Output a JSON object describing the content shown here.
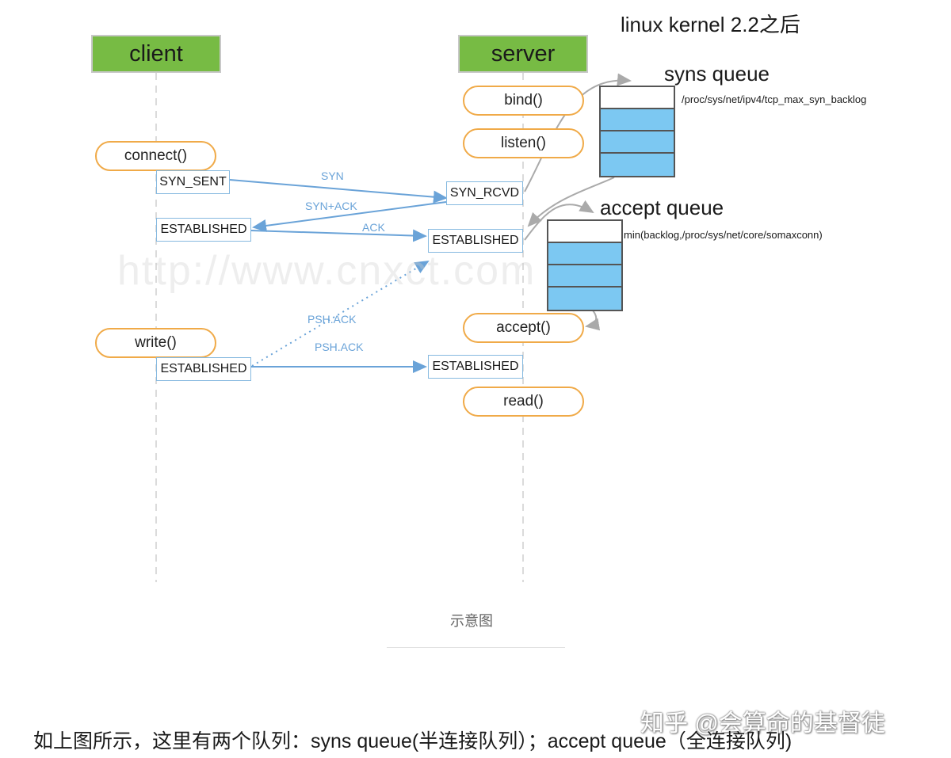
{
  "kernel_note": "linux  kernel 2.2之后",
  "client": {
    "title": "client"
  },
  "server": {
    "title": "server"
  },
  "client_calls": {
    "connect": "connect()",
    "write": "write()"
  },
  "server_calls": {
    "bind": "bind()",
    "listen": "listen()",
    "accept": "accept()",
    "read": "read()"
  },
  "client_states": {
    "syn_sent": "SYN_SENT",
    "established_1": "ESTABLISHED",
    "established_2": "ESTABLISHED"
  },
  "server_states": {
    "syn_rcvd": "SYN_RCVD",
    "established_1": "ESTABLISHED",
    "established_2": "ESTABLISHED"
  },
  "messages": {
    "syn": "SYN",
    "syn_ack": "SYN+ACK",
    "ack": "ACK",
    "psh_ack_dotted": "PSH.ACK",
    "psh_ack": "PSH.ACK"
  },
  "syns_queue": {
    "title": "syns queue",
    "note": "/proc/sys/net/ipv4/tcp_max_syn_backlog",
    "slots": [
      "empty",
      "filled",
      "filled",
      "filled"
    ]
  },
  "accept_queue": {
    "title": "accept queue",
    "note": "min(backlog,/proc/sys/net/core/somaxconn)",
    "slots": [
      "empty",
      "filled",
      "filled",
      "filled"
    ]
  },
  "watermark_url": "http://www.cnxct.com",
  "caption": "示意图",
  "zhihu_watermark": "知乎 @会算命的基督徒",
  "body_text": "如上图所示，这里有两个队列：syns queue(半连接队列）；accept queue（全连接队列)",
  "colors": {
    "header_green": "#77bb44",
    "pill_orange": "#f0aa48",
    "queue_blue": "#7cc8f2",
    "arrow_blue": "#6aa3d8",
    "arrow_gray": "#aaaaaa"
  }
}
